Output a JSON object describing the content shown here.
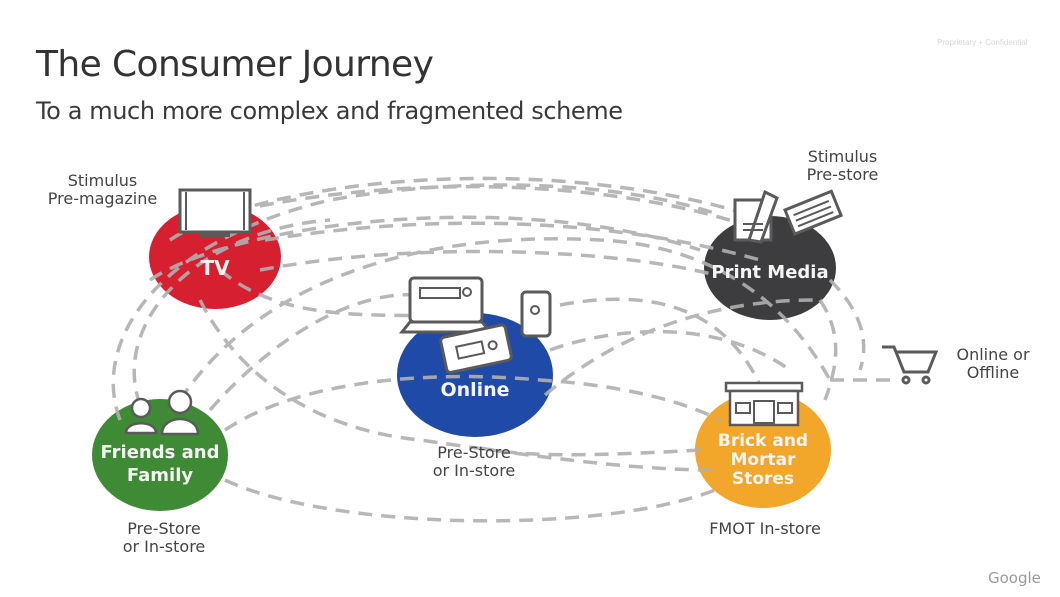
{
  "header": {
    "title": "The Consumer Journey",
    "subtitle": "To a much more complex and fragmented scheme",
    "confidential": "Proprietary + Confidential"
  },
  "nodes": [
    {
      "id": "tv",
      "label": "TV",
      "color": "#d7202f",
      "icon": "tv-icon",
      "caption": [
        "Stimulus",
        "Pre-magazine"
      ]
    },
    {
      "id": "print",
      "label": "Print Media",
      "color": "#3d3d3f",
      "icon": "newspaper-icon",
      "caption": [
        "Stimulus",
        "Pre-store"
      ]
    },
    {
      "id": "online",
      "label": "Online",
      "color": "#1f4aa8",
      "icon": "devices-icon",
      "caption": [
        "Pre-Store",
        "or In-store"
      ]
    },
    {
      "id": "friends",
      "label_lines": [
        "Friends and",
        "Family"
      ],
      "color": "#3e8a35",
      "icon": "people-icon",
      "caption": [
        "Pre-Store",
        "or In-store"
      ]
    },
    {
      "id": "stores",
      "label_lines": [
        "Brick and",
        "Mortar",
        "Stores"
      ],
      "color": "#f2a72b",
      "icon": "storefront-icon",
      "caption": [
        "FMOT In-store"
      ]
    }
  ],
  "checkout": {
    "icon": "shopping-cart-icon",
    "caption": [
      "Online or",
      "Offline"
    ]
  },
  "footer": {
    "brand": "Google"
  },
  "colors": {
    "dash": "#b5b5b5",
    "icon_stroke": "#5a5a5a"
  }
}
